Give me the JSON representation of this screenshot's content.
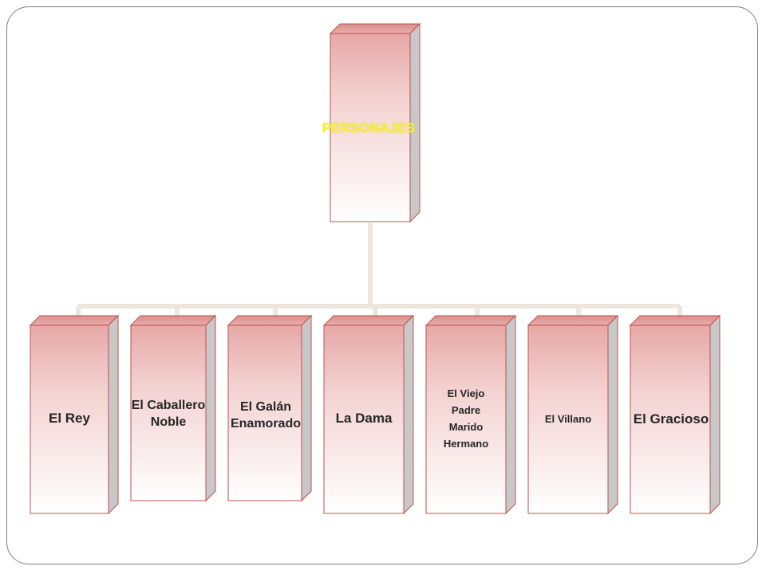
{
  "diagram": {
    "root": {
      "label": "PERSONAJES"
    },
    "children": [
      {
        "label": "El Rey"
      },
      {
        "label": "El Caballero Noble"
      },
      {
        "label": "El Galán Enamorado"
      },
      {
        "label": "La Dama"
      },
      {
        "label": "El Viejo Padre Marido Hermano"
      },
      {
        "label": "El Villano"
      },
      {
        "label": "El Gracioso"
      }
    ]
  },
  "colors": {
    "box_border": "#c0504d",
    "box_top": "#e6a8a6",
    "box_bottom": "#ffffff",
    "box_side": "#c8c8c8",
    "connector": "#ece6dc",
    "root_text": "#f3f03a",
    "child_text": "#262626"
  }
}
